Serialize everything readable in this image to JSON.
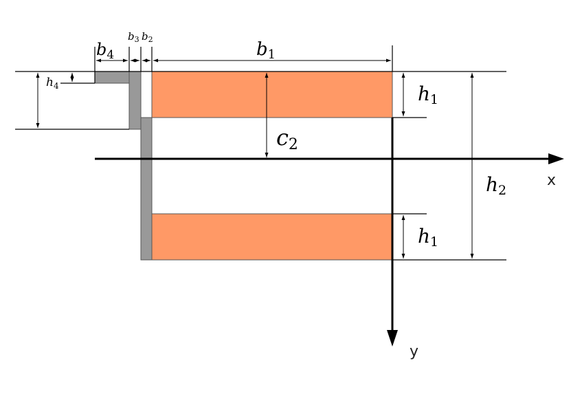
{
  "colors": {
    "flange": "#FF9966",
    "web": "#999999",
    "line": "#000000"
  },
  "labels": {
    "b1": {
      "base": "b",
      "sub": "1"
    },
    "b2": {
      "base": "b",
      "sub": "2"
    },
    "b3": {
      "base": "b",
      "sub": "3"
    },
    "b4": {
      "base": "b",
      "sub": "4"
    },
    "h1_top": {
      "base": "h",
      "sub": "1"
    },
    "h1_bottom": {
      "base": "h",
      "sub": "1"
    },
    "h2": {
      "base": "h",
      "sub": "2"
    },
    "h4": {
      "base": "h",
      "sub": "4"
    },
    "c2": {
      "base": "c",
      "sub": "2"
    },
    "x_axis": "x",
    "y_axis": "y"
  }
}
